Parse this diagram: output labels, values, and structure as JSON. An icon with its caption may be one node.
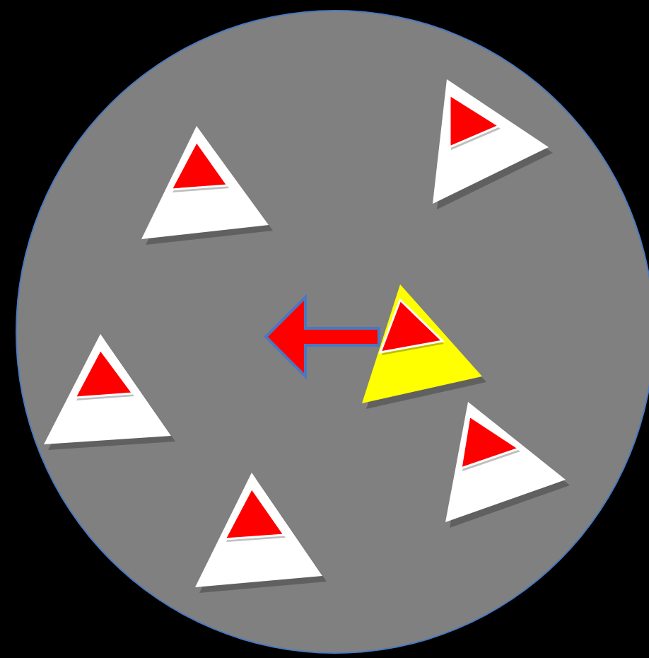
{
  "diagram": {
    "nodes": [
      {
        "text": [],
        "shape": "circle"
      },
      {
        "text": [],
        "shape": "triangle",
        "in": 0
      },
      {
        "text": [],
        "shape": "triangle",
        "in": 0
      },
      {
        "text": [],
        "shape": "triangle",
        "in": 0
      },
      {
        "text": [],
        "shape": "triangle",
        "in": 0
      },
      {
        "text": [],
        "shape": "triangle",
        "in": 0
      },
      {
        "text": [],
        "shape": "triangle",
        "in": 0
      }
    ]
  }
}
